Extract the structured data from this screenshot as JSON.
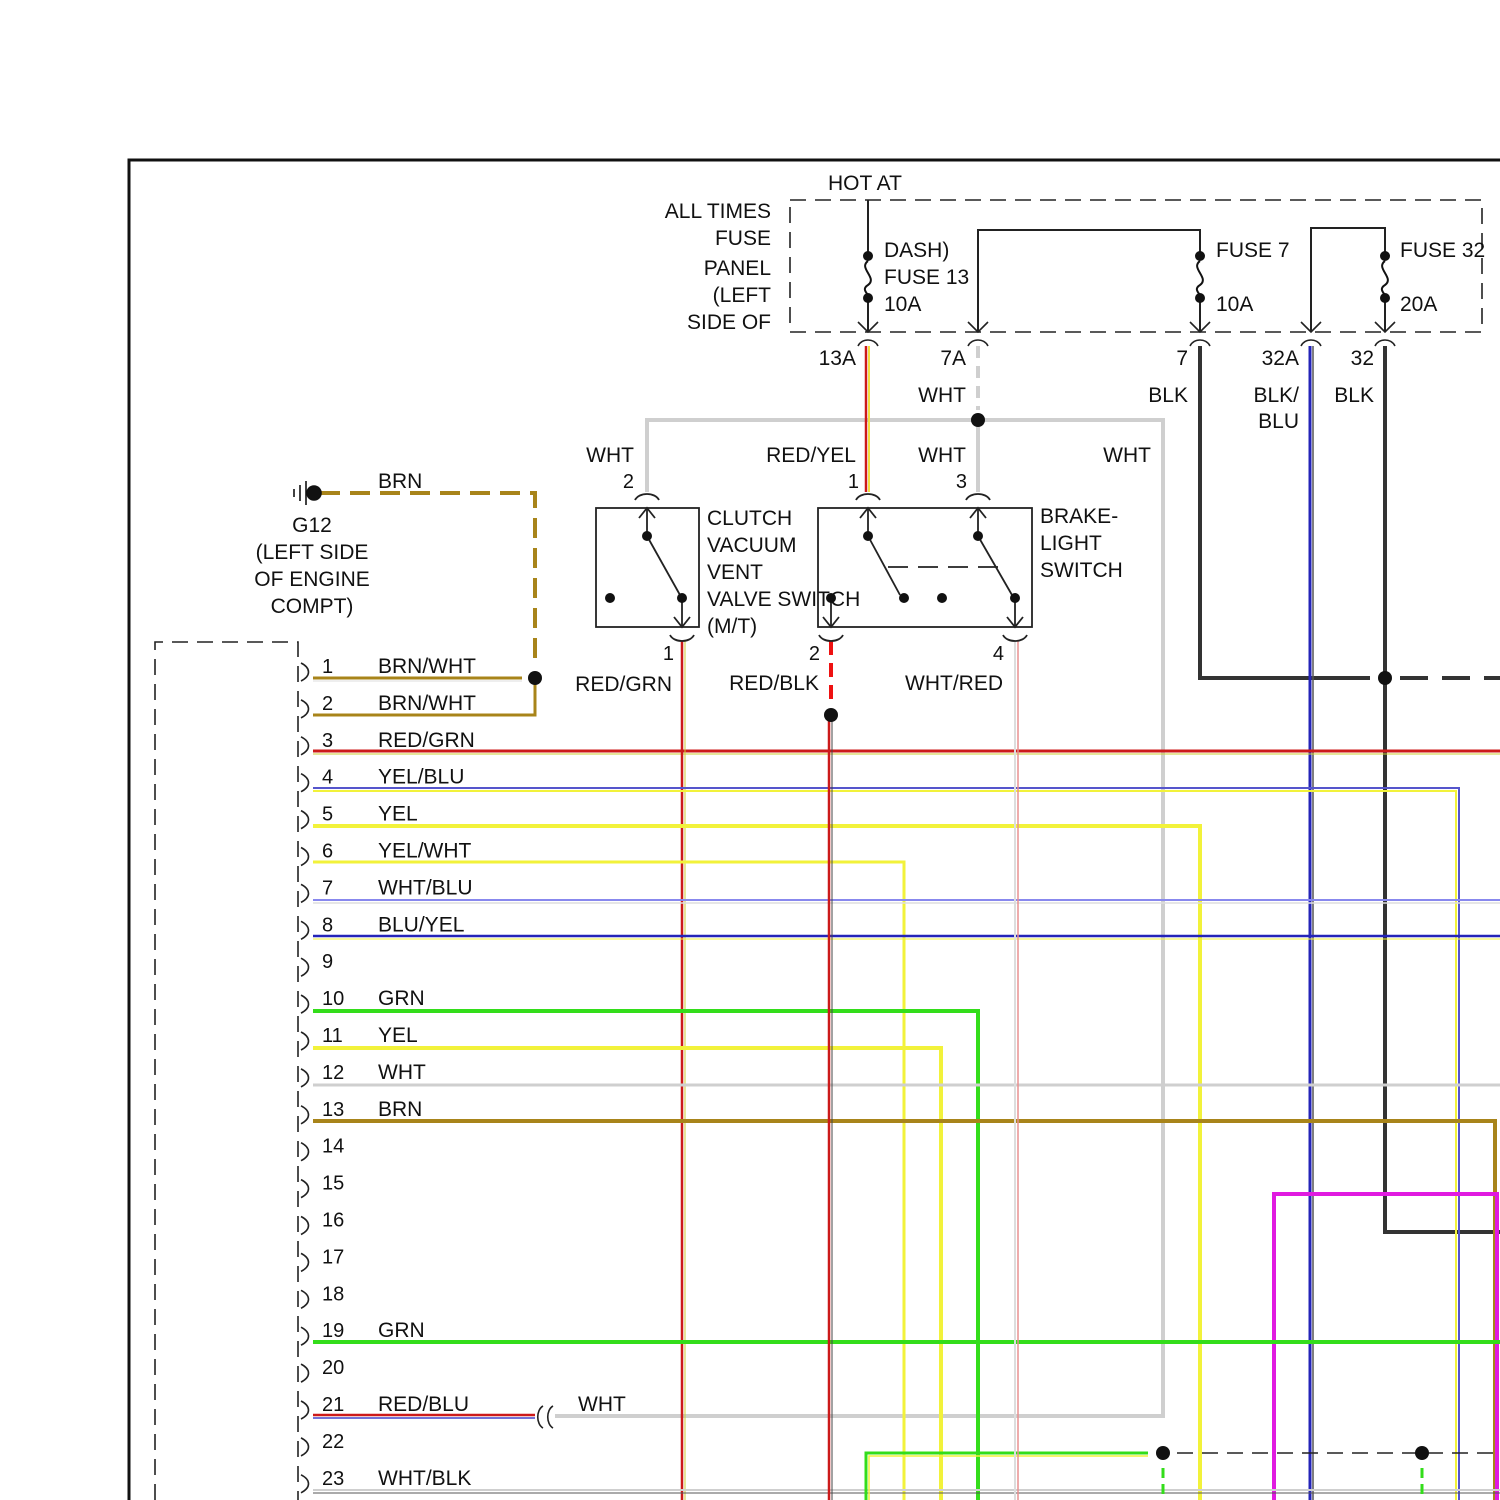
{
  "fuse_panel": {
    "hot_at": "HOT AT",
    "label_lines": [
      "ALL TIMES",
      "FUSE",
      "PANEL",
      "(LEFT",
      "SIDE OF"
    ],
    "fuses": [
      {
        "name_lines": [
          "DASH)",
          "FUSE 13"
        ],
        "rating": "10A",
        "terminal": "13A"
      },
      {
        "name_lines": [
          "FUSE 7"
        ],
        "rating": "10A",
        "terminal": "7"
      },
      {
        "name_lines": [
          "FUSE 32"
        ],
        "rating": "20A",
        "terminal": "32"
      }
    ],
    "extra_terminals": [
      "7A",
      "32A"
    ]
  },
  "wire_labels": {
    "wht_7a": "WHT",
    "blk_7": "BLK",
    "blk_blu_32a": [
      "BLK/",
      "BLU"
    ],
    "blk_32": "BLK",
    "wht_clutch_in": "WHT",
    "red_yel": "RED/YEL",
    "wht_brake_in": "WHT",
    "wht_right": "WHT",
    "brn_ground": "BRN",
    "red_grn_out": "RED/GRN",
    "red_blk_out": "RED/BLK",
    "wht_red_out": "WHT/RED",
    "wht_21": "WHT"
  },
  "ground": {
    "lines": [
      "G12",
      "(LEFT SIDE",
      "OF ENGINE",
      "COMPT)"
    ]
  },
  "clutch_switch": {
    "lines": [
      "CLUTCH",
      "VACUUM",
      "VENT",
      "VALVE SWITCH",
      "(M/T)"
    ],
    "pin_in": "2",
    "pin_out": "1"
  },
  "brake_switch": {
    "lines": [
      "BRAKE-",
      "LIGHT",
      "SWITCH"
    ],
    "pin_in_1": "1",
    "pin_in_3": "3",
    "pin_out_2": "2",
    "pin_out_4": "4"
  },
  "connector_pins": [
    {
      "num": "1",
      "color": "BRN/WHT"
    },
    {
      "num": "2",
      "color": "BRN/WHT"
    },
    {
      "num": "3",
      "color": "RED/GRN"
    },
    {
      "num": "4",
      "color": "YEL/BLU"
    },
    {
      "num": "5",
      "color": "YEL"
    },
    {
      "num": "6",
      "color": "YEL/WHT"
    },
    {
      "num": "7",
      "color": "WHT/BLU"
    },
    {
      "num": "8",
      "color": "BLU/YEL"
    },
    {
      "num": "9",
      "color": ""
    },
    {
      "num": "10",
      "color": "GRN"
    },
    {
      "num": "11",
      "color": "YEL"
    },
    {
      "num": "12",
      "color": "WHT"
    },
    {
      "num": "13",
      "color": "BRN"
    },
    {
      "num": "14",
      "color": ""
    },
    {
      "num": "15",
      "color": ""
    },
    {
      "num": "16",
      "color": ""
    },
    {
      "num": "17",
      "color": ""
    },
    {
      "num": "18",
      "color": ""
    },
    {
      "num": "19",
      "color": "GRN"
    },
    {
      "num": "20",
      "color": ""
    },
    {
      "num": "21",
      "color": "RED/BLU"
    },
    {
      "num": "22",
      "color": ""
    },
    {
      "num": "23",
      "color": "WHT/BLK"
    }
  ],
  "colors": {
    "red": "#cc1a1a",
    "yellow": "#f2f23a",
    "white_wire": "#cfcfcf",
    "black": "#333333",
    "blue": "#2424b8",
    "brown": "#a8841a",
    "green": "#33dd1a",
    "magenta": "#e01ae0",
    "pink": "#e89090"
  }
}
